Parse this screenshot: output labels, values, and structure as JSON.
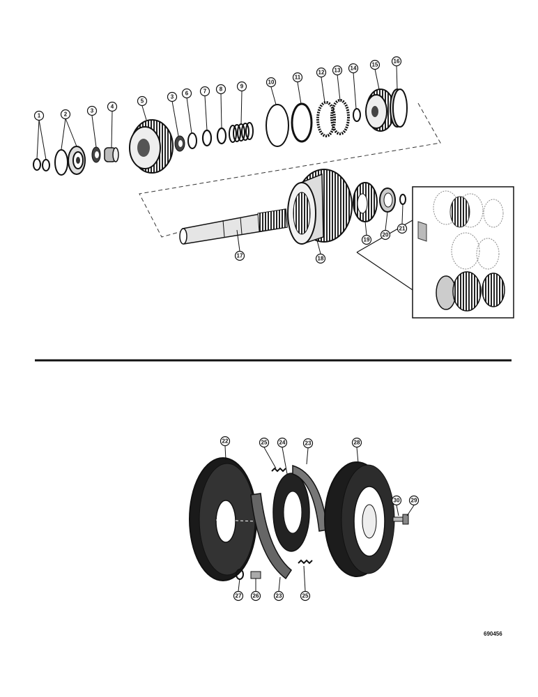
{
  "upper_callouts": [
    {
      "id": "1",
      "label": "1"
    },
    {
      "id": "2",
      "label": "2"
    },
    {
      "id": "3a",
      "label": "3"
    },
    {
      "id": "4",
      "label": "4"
    },
    {
      "id": "5",
      "label": "5"
    },
    {
      "id": "3b",
      "label": "3"
    },
    {
      "id": "6a",
      "label": "6"
    },
    {
      "id": "7",
      "label": "7"
    },
    {
      "id": "8",
      "label": "8"
    },
    {
      "id": "9",
      "label": "9"
    },
    {
      "id": "10",
      "label": "10"
    },
    {
      "id": "11",
      "label": "11"
    },
    {
      "id": "12",
      "label": "12"
    },
    {
      "id": "13",
      "label": "13"
    },
    {
      "id": "14",
      "label": "14"
    },
    {
      "id": "15",
      "label": "15"
    },
    {
      "id": "16",
      "label": "16"
    },
    {
      "id": "17",
      "label": "17"
    },
    {
      "id": "18",
      "label": "18"
    },
    {
      "id": "19",
      "label": "19"
    },
    {
      "id": "20",
      "label": "20"
    },
    {
      "id": "21",
      "label": "21"
    }
  ],
  "lower_callouts": [
    {
      "id": "22",
      "label": "22"
    },
    {
      "id": "25a",
      "label": "25"
    },
    {
      "id": "24",
      "label": "24"
    },
    {
      "id": "23a",
      "label": "23"
    },
    {
      "id": "28",
      "label": "28"
    },
    {
      "id": "30",
      "label": "30"
    },
    {
      "id": "29",
      "label": "29"
    },
    {
      "id": "27",
      "label": "27"
    },
    {
      "id": "26",
      "label": "26"
    },
    {
      "id": "23b",
      "label": "23"
    },
    {
      "id": "25b",
      "label": "25"
    }
  ],
  "reference_id": "690456"
}
